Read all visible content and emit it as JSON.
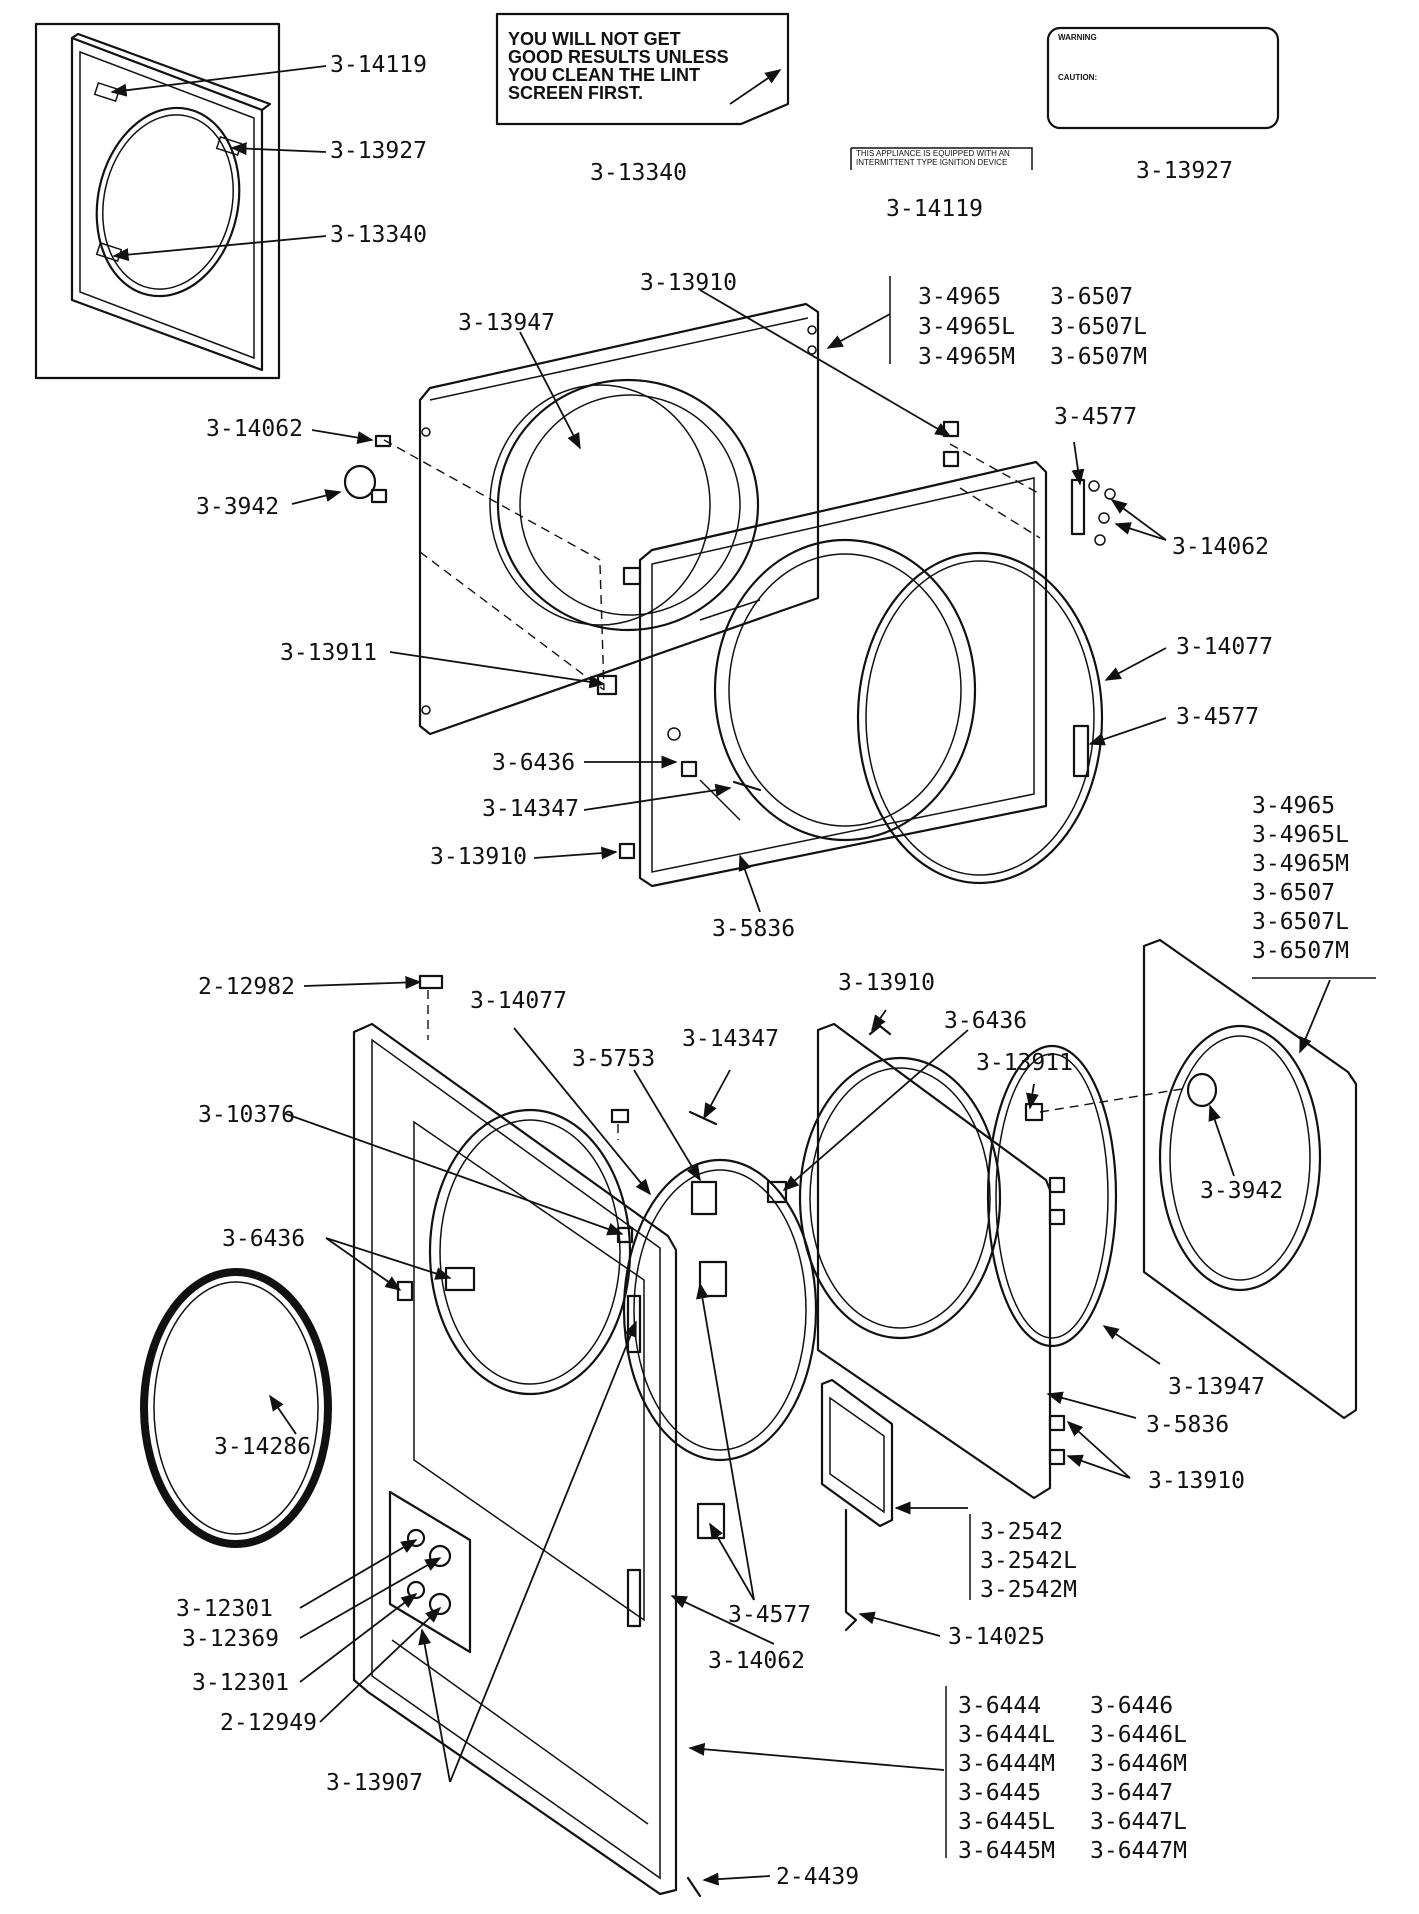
{
  "inset": {
    "labels": [
      "3-14119",
      "3-13927",
      "3-13340"
    ]
  },
  "decals": {
    "lint_sign": "YOU WILL NOT GET\nGOOD RESULTS UNLESS\nYOU CLEAN THE LINT\nSCREEN FIRST.",
    "lint_sign_part": "3-13340",
    "ignition_text": "THIS APPLIANCE IS EQUIPPED WITH AN\nINTERMITTENT TYPE IGNITION DEVICE",
    "ignition_part": "3-14119",
    "warning_heading": "WARNING",
    "caution_heading": "CAUTION:",
    "warning_part": "3-13927"
  },
  "upper": {
    "group_a": [
      "3-4965",
      "3-4965L",
      "3-4965M"
    ],
    "group_b": [
      "3-6507",
      "3-6507L",
      "3-6507M"
    ],
    "labels": {
      "l_13910_top": "3-13910",
      "l_13947": "3-13947",
      "l_14062_left": "3-14062",
      "l_3942": "3-3942",
      "l_4577_top": "3-4577",
      "l_14062_right": "3-14062",
      "l_13911": "3-13911",
      "l_14077": "3-14077",
      "l_4577_mid": "3-4577",
      "l_6436": "3-6436",
      "l_14347": "3-14347",
      "l_13910_bot": "3-13910",
      "l_5836": "3-5836"
    }
  },
  "right_list": [
    "3-4965",
    "3-4965L",
    "3-4965M",
    "3-6507",
    "3-6507L",
    "3-6507M"
  ],
  "lower": {
    "labels": {
      "l_12982": "2-12982",
      "l_14077": "3-14077",
      "l_13910_top": "3-13910",
      "l_6436_top": "3-6436",
      "l_14347": "3-14347",
      "l_5753": "3-5753",
      "l_13911": "3-13911",
      "l_10376": "3-10376",
      "l_6436_left": "3-6436",
      "l_3942": "3-3942",
      "l_14286": "3-14286",
      "l_13947": "3-13947",
      "l_5836": "3-5836",
      "l_13910_right": "3-13910",
      "l_12301_a": "3-12301",
      "l_12369": "3-12369",
      "l_12301_b": "3-12301",
      "l_12949": "2-12949",
      "l_4577": "3-4577",
      "l_14062": "3-14062",
      "l_14025": "3-14025",
      "l_13907": "3-13907",
      "l_4439": "2-4439"
    },
    "group_2542": [
      "3-2542",
      "3-2542L",
      "3-2542M"
    ],
    "group_644x_a": [
      "3-6444",
      "3-6444L",
      "3-6444M",
      "3-6445",
      "3-6445L",
      "3-6445M"
    ],
    "group_644x_b": [
      "3-6446",
      "3-6446L",
      "3-6446M",
      "3-6447",
      "3-6447L",
      "3-6447M"
    ]
  }
}
